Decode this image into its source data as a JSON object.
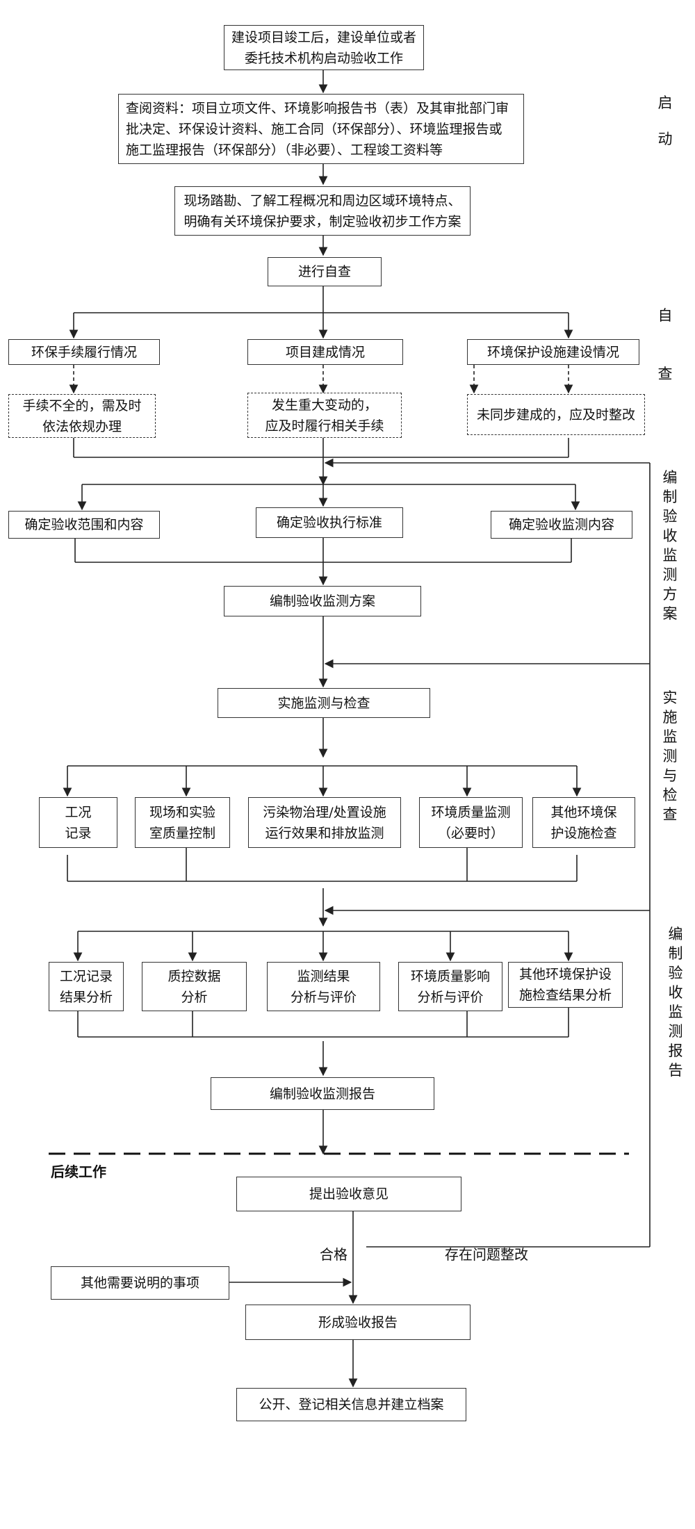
{
  "boxes": {
    "start": [
      "建设项目竣工后，建设单位或者",
      "委托技术机构启动验收工作"
    ],
    "docs": [
      "查阅资料：项目立项文件、环境影响报告书（表）及其审批部门审",
      "批决定、环保设计资料、施工合同（环保部分）、环境监理报告或",
      "施工监理报告（环保部分）（非必要）、工程竣工资料等"
    ],
    "survey": [
      "现场踏勘、了解工程概况和周边区域环境特点、",
      "明确有关环境保护要求，制定验收初步工作方案"
    ],
    "selfcheck": "进行自查",
    "env_proc": "环保手续履行情况",
    "proj_build": "项目建成情况",
    "env_fac": "环境保护设施建设情况",
    "dash_1": [
      "手续不全的，需及时",
      "依法依规办理"
    ],
    "dash_2": [
      "发生重大变动的，",
      "应及时履行相关手续"
    ],
    "dash_3": "未同步建成的，应及时整改",
    "scope": "确定验收范围和内容",
    "standard": "确定验收执行标准",
    "monitor_content": "确定验收监测内容",
    "plan": "编制验收监测方案",
    "implement": "实施监测与检查",
    "w1": [
      "工况",
      "记录"
    ],
    "w2": [
      "现场和实验",
      "室质量控制"
    ],
    "w3": [
      "污染物治理/处置设施",
      "运行效果和排放监测"
    ],
    "w4": [
      "环境质量监测",
      "（必要时）"
    ],
    "w5": [
      "其他环境保",
      "护设施检查"
    ],
    "a1": [
      "工况记录",
      "结果分析"
    ],
    "a2": [
      "质控数据",
      "分析"
    ],
    "a3": [
      "监测结果",
      "分析与评价"
    ],
    "a4": [
      "环境质量影响",
      "分析与评价"
    ],
    "a5": [
      "其他环境保护设",
      "施检查结果分析"
    ],
    "report": "编制验收监测报告",
    "opinion": "提出验收意见",
    "other": "其他需要说明的事项",
    "accept_report": "形成验收报告",
    "publish": "公开、登记相关信息并建立档案"
  },
  "labels": {
    "followup": "后续工作",
    "qualified": "合格",
    "problem": "存在问题整改"
  },
  "stages": {
    "s1": [
      "启",
      "动"
    ],
    "s2": [
      "自",
      "查"
    ],
    "s3": [
      "编",
      "制",
      "验",
      "收",
      "监",
      "测",
      "方",
      "案"
    ],
    "s4": [
      "实",
      "施",
      "监",
      "测",
      "与",
      "检",
      "查"
    ],
    "s5": [
      "编",
      "制",
      "验",
      "收",
      "监",
      "测",
      "报",
      "告"
    ]
  },
  "colors": {
    "line": "#222222",
    "border": "#333333"
  }
}
